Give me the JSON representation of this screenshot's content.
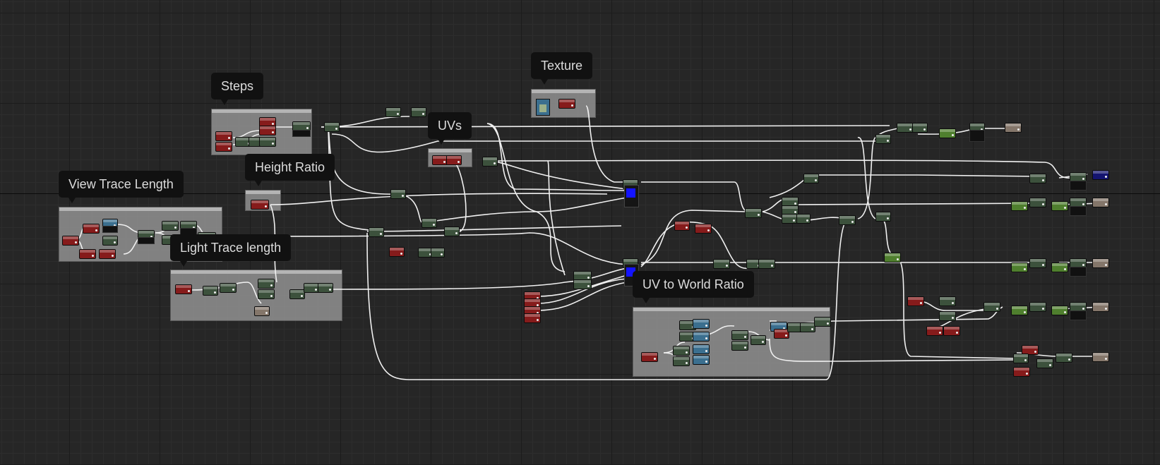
{
  "editor": {
    "type": "material node graph",
    "accent_colors": {
      "wire": "#f2f2f2",
      "constant_node": "#861b1b",
      "math_node": "#3c513c",
      "texture_node": "#3b6f8f",
      "main_output_pin": "#1414ff",
      "comment_bubble": "#111111"
    }
  },
  "comments": {
    "steps": "Steps",
    "texture": "Texture",
    "uvs": "UVs",
    "height_ratio": "Height Ratio",
    "view_trace_length": "View Trace Length",
    "light_trace_length": "Light Trace length",
    "uv_to_world_ratio": "UV to World Ratio"
  }
}
